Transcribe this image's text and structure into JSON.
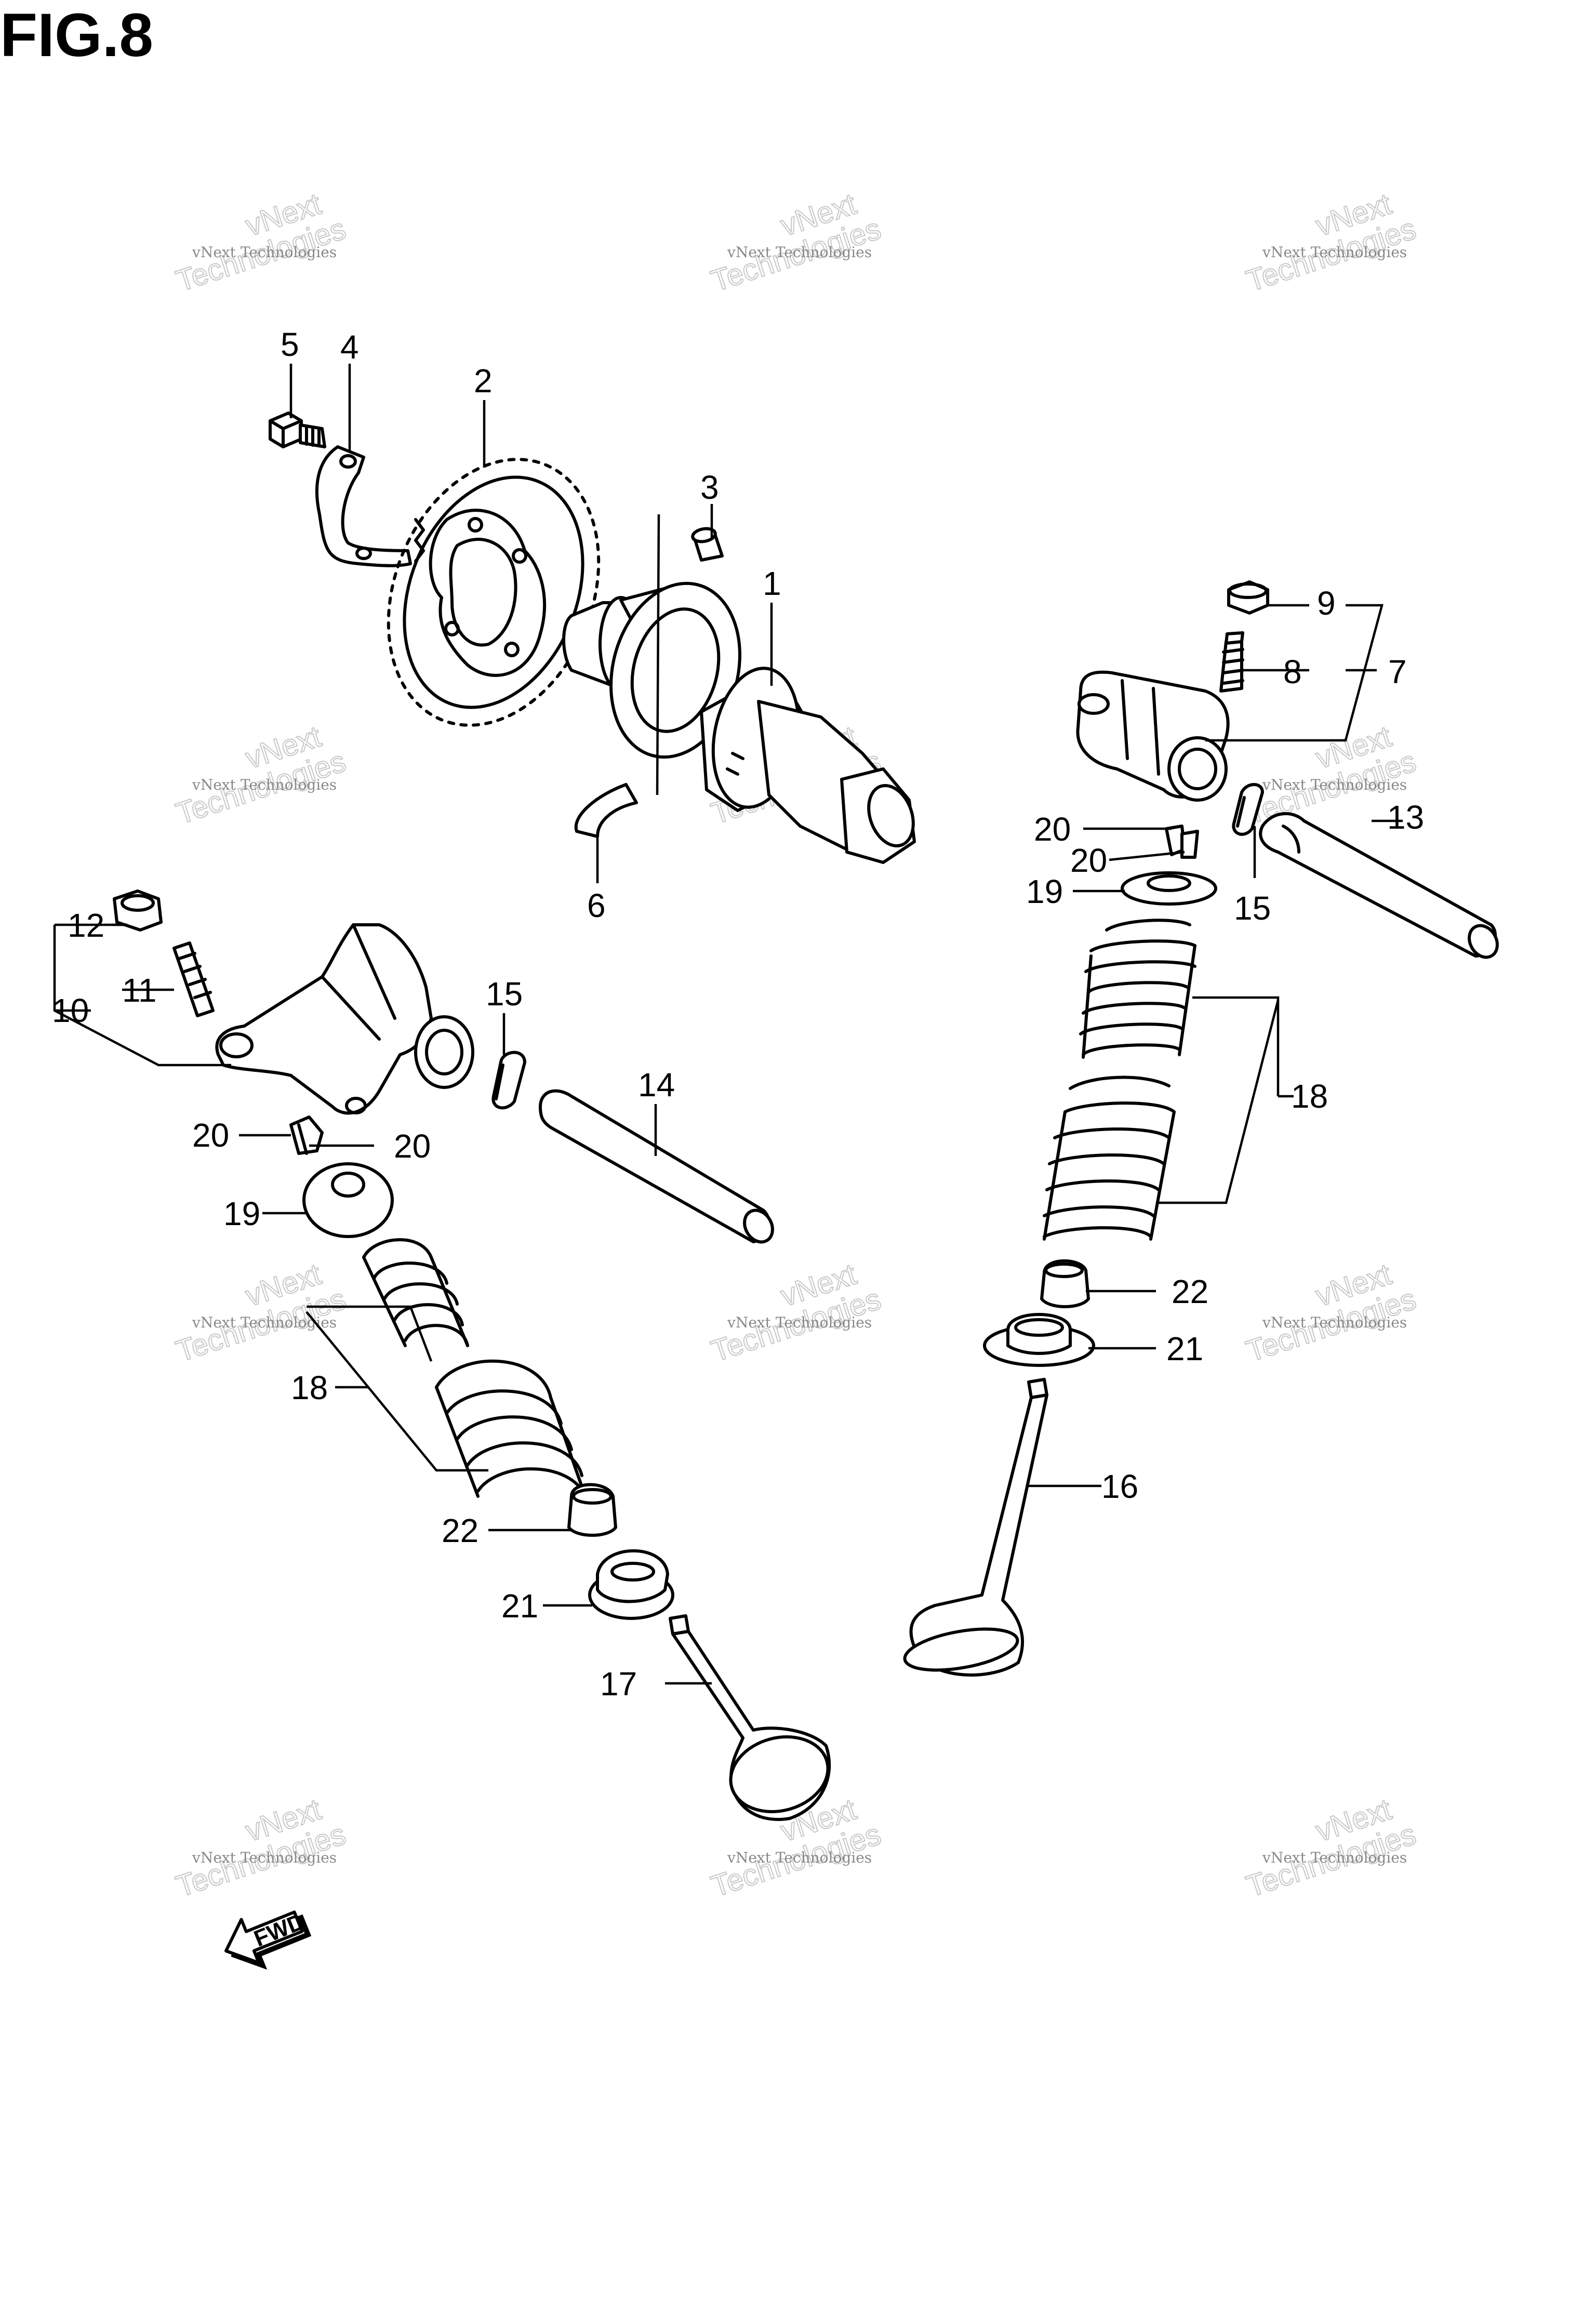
{
  "figure": {
    "title": "FIG.8"
  },
  "watermark": {
    "line1": "vNext Technologies",
    "line2": "Technologies",
    "line3": "vNext"
  },
  "direction_indicator": {
    "label": "FWD"
  },
  "callouts": {
    "c1": "1",
    "c2": "2",
    "c3": "3",
    "c4": "4",
    "c5": "5",
    "c6": "6",
    "c7": "7",
    "c8": "8",
    "c9": "9",
    "c10": "10",
    "c11": "11",
    "c12": "12",
    "c13": "13",
    "c14": "14",
    "c15a": "15",
    "c15b": "15",
    "c16": "16",
    "c17": "17",
    "c18a": "18",
    "c18b": "18",
    "c19a": "19",
    "c19b": "19",
    "c20a": "20",
    "c20b": "20",
    "c20c": "20",
    "c20d": "20",
    "c21a": "21",
    "c21b": "21",
    "c22a": "22",
    "c22b": "22"
  }
}
